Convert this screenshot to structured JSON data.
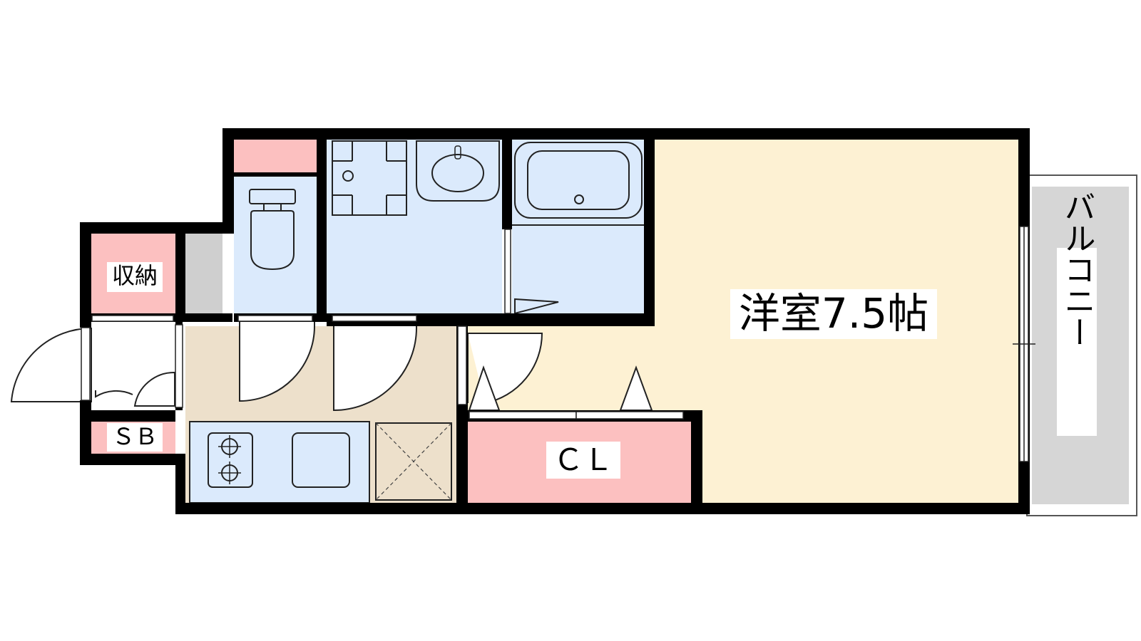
{
  "rooms": {
    "western_room": {
      "label": "洋室7.5帖"
    },
    "storage": {
      "label": "収納"
    },
    "shoe_box": {
      "label": "ＳＢ"
    },
    "closet": {
      "label": "ＣＬ"
    },
    "balcony": {
      "label": "バルコニー"
    }
  },
  "colors": {
    "wall": "#000000",
    "western_room": "#fdf1d3",
    "wet_areas": "#dbeafc",
    "kitchen_floor": "#ede0cb",
    "storage": "#fcc0c0",
    "balcony": "#d6d6d6",
    "shaft": "#cfcfcf"
  }
}
